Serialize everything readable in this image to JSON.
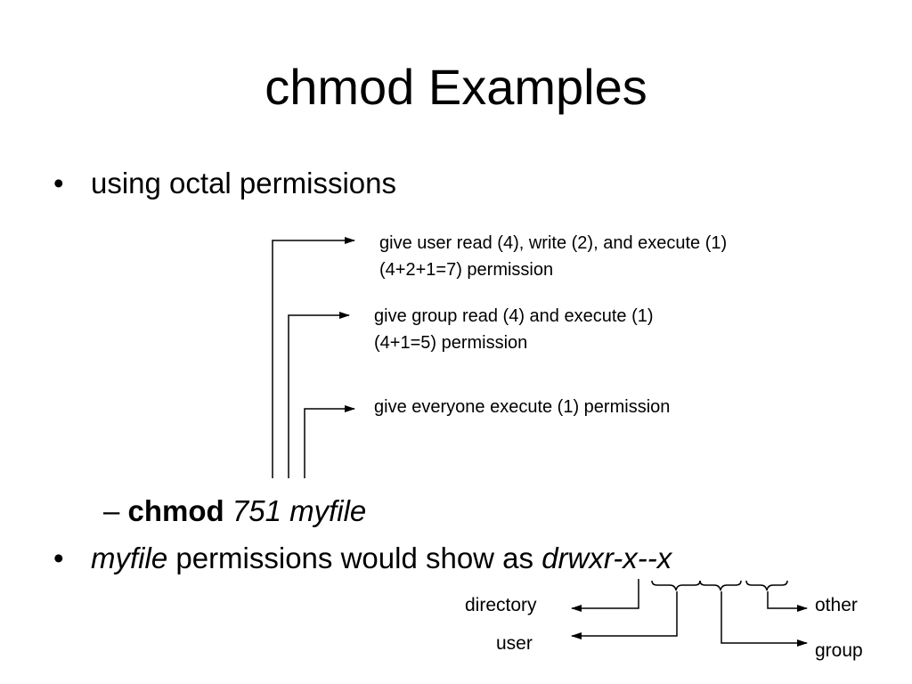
{
  "slide": {
    "title": "chmod Examples",
    "bullet1": "using octal permissions",
    "annotations": {
      "user_line1": "give user read (4), write (2), and execute (1)",
      "user_line2": "(4+2+1=7) permission",
      "group_line1": "give group read (4) and execute (1)",
      "group_line2": "(4+1=5) permission",
      "everyone": "give everyone execute (1) permission"
    },
    "subbullet": {
      "dash": "–",
      "command": "chmod",
      "args": "751 myfile"
    },
    "bullet2": {
      "file": "myfile",
      "middle": "permissions would show as",
      "perm": "drwxr-x--x"
    },
    "labels": {
      "directory": "directory",
      "user": "user",
      "group": "group",
      "other": "other"
    }
  }
}
